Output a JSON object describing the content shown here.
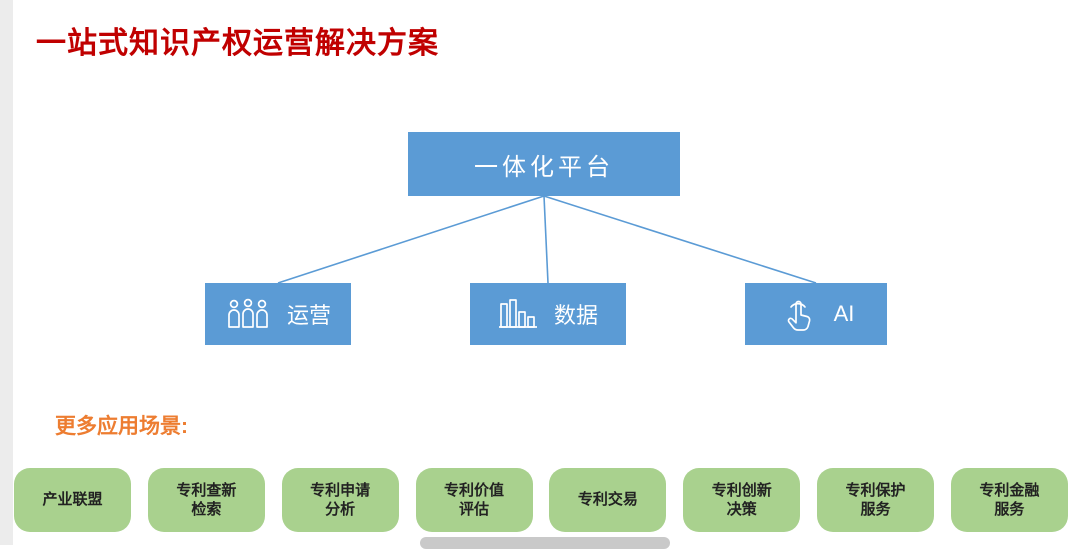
{
  "title": "一站式知识产权运营解决方案",
  "platform": {
    "root_label": "一体化平台",
    "children": [
      {
        "label": "运营",
        "icon": "people-group-icon"
      },
      {
        "label": "数据",
        "icon": "bar-chart-icon"
      },
      {
        "label": "AI",
        "icon": "touch-tap-icon"
      }
    ]
  },
  "scenarios_heading": "更多应用场景:",
  "scenarios": [
    "产业联盟",
    "专利查新\n检索",
    "专利申请\n分析",
    "专利价值\n评估",
    "专利交易",
    "专利创新\n决策",
    "专利保护\n服务",
    "专利金融\n服务"
  ],
  "colors": {
    "title_red": "#c00000",
    "box_blue": "#5b9bd5",
    "pill_green": "#a9d18e",
    "heading_orange": "#ed7d31"
  }
}
